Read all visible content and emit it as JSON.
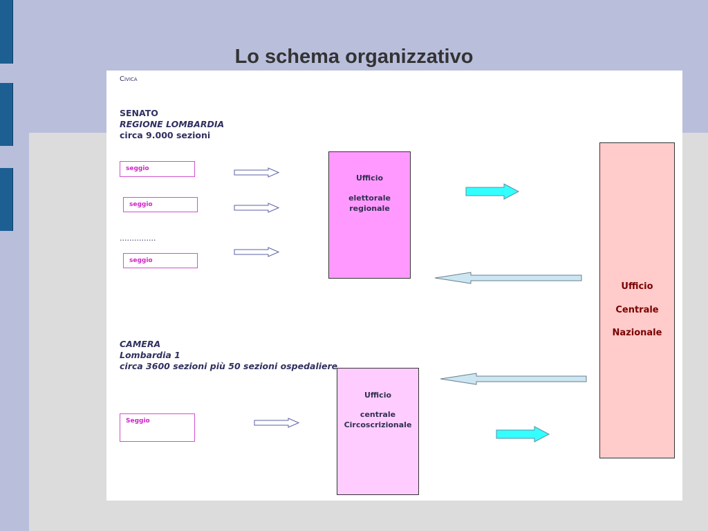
{
  "slide": {
    "title": "Lo schema organizzativo"
  },
  "diagram": {
    "header_label": "Civica",
    "senato": {
      "line1": "SENATO",
      "line2": "REGIONE LOMBARDIA",
      "line3": "circa 9.000 sezioni",
      "seggi": [
        "seggio",
        "seggio",
        "seggio"
      ],
      "dots": "..............."
    },
    "camera": {
      "line1": "CAMERA",
      "line2": "Lombardia 1",
      "line3": "circa 3600 sezioni più 50 sezioni ospedaliere",
      "seggio": "Seggio"
    },
    "ufficio_regionale": [
      "Ufficio",
      "elettorale",
      "regionale"
    ],
    "ufficio_circoscrizionale": [
      "Ufficio",
      "centrale",
      "Circoscrizionale"
    ],
    "ufficio_nazionale": [
      "Ufficio",
      "Centrale",
      "Nazionale"
    ]
  },
  "colors": {
    "regional_box": "#ff99ff",
    "circ_box": "#ffccff",
    "national_box": "#ffcbcb",
    "forward_arrow": "#33ffff",
    "return_arrow": "#cce6f2",
    "outline_arrow": "#5a5fa6"
  }
}
